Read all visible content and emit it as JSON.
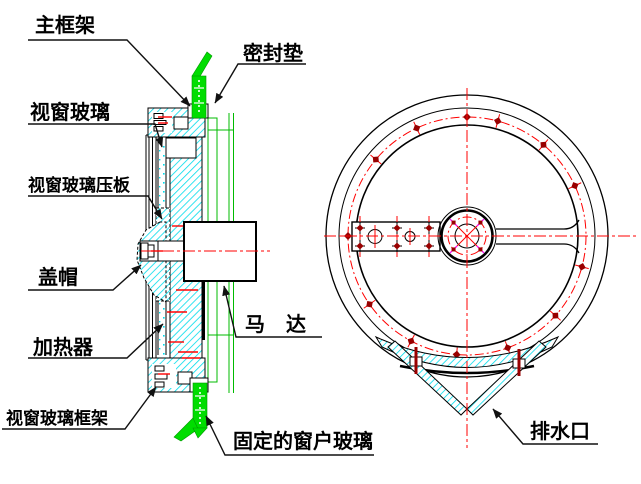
{
  "labels": {
    "main_frame": {
      "text": "主框架"
    },
    "seal_gasket": {
      "text": "密封垫"
    },
    "window_glass": {
      "text": "视窗玻璃"
    },
    "window_glass_clamp": {
      "text": "视窗玻璃压板"
    },
    "cap": {
      "text": "盖帽"
    },
    "heater": {
      "text": "加热器"
    },
    "window_glass_frame": {
      "text": "视窗玻璃框架"
    },
    "motor": {
      "text": "马 达"
    },
    "fixed_window_glass": {
      "text": "固定的窗户玻璃"
    },
    "drain_outlet": {
      "text": "排水口"
    }
  },
  "colors": {
    "background": "#FFFFFF",
    "outline_black": "#000000",
    "hatch_cyan": "#00DCEC",
    "gasket_green": "#00DD00",
    "green_line": "#00BB00",
    "centerline_red": "#FF0000",
    "bolt_dark_red": "#990000",
    "hub_magenta": "#FF00FF"
  }
}
